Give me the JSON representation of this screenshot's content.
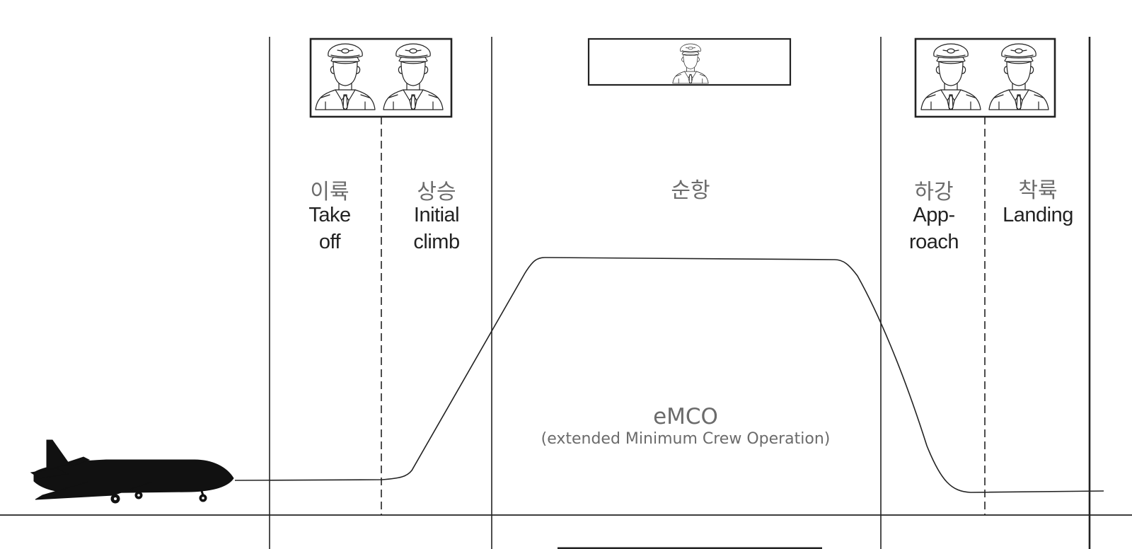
{
  "phases": [
    {
      "key": "takeoff",
      "korean": "이륙",
      "english_lines": [
        "Take",
        "off"
      ]
    },
    {
      "key": "climb",
      "korean": "상승",
      "english_lines": [
        "Initial",
        "climb"
      ]
    },
    {
      "key": "cruise",
      "korean": "순항",
      "english_lines": []
    },
    {
      "key": "approach",
      "korean": "하강",
      "english_lines": [
        "App-",
        "roach"
      ]
    },
    {
      "key": "landing",
      "korean": "착륙",
      "english_lines": [
        "Landing"
      ]
    }
  ],
  "crew_panels": [
    {
      "phase": "takeoff-climb",
      "pilot_count": 2
    },
    {
      "phase": "cruise",
      "pilot_count": 1
    },
    {
      "phase": "approach-landing",
      "pilot_count": 2
    }
  ],
  "cruise_note": {
    "title": "eMCO",
    "subtitle": "(extended Minimum Crew Operation)"
  },
  "icons": {
    "aircraft": "airplane-silhouette-icon",
    "pilot": "pilot-icon"
  },
  "colors": {
    "line": "#222222",
    "label_gray": "#6b6b6b"
  }
}
